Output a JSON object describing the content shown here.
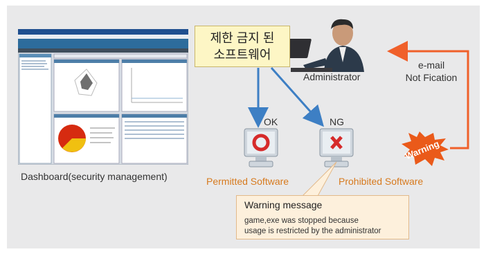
{
  "callout": {
    "line1": "제한 금지 된",
    "line2": "소프트웨어"
  },
  "admin_label": "Administrator",
  "email_label": {
    "line1": "e-mail",
    "line2": "Not Fication"
  },
  "ok_label": "OK",
  "ng_label": "NG",
  "permitted_label": "Permitted Software",
  "prohibited_label": "Prohibited Software",
  "warning_burst": "Warning",
  "dashboard_caption": "Dashboard(security management)",
  "warning_message": {
    "title": "Warning message",
    "line1": "game,exe was stopped because",
    "line2": "usage is restricted by the administrator"
  },
  "colors": {
    "panel": "#e9e9ea",
    "arrow_blue": "#3d7fc4",
    "arrow_orange": "#f0602a",
    "text_orange": "#d77a1e",
    "callout_fill": "#fdf6c5",
    "warning_fill": "#fdf0dc"
  },
  "icons": [
    "dashboard-screenshot",
    "administrator-figure",
    "computer-ok-icon",
    "computer-ng-icon",
    "warning-burst-icon"
  ]
}
